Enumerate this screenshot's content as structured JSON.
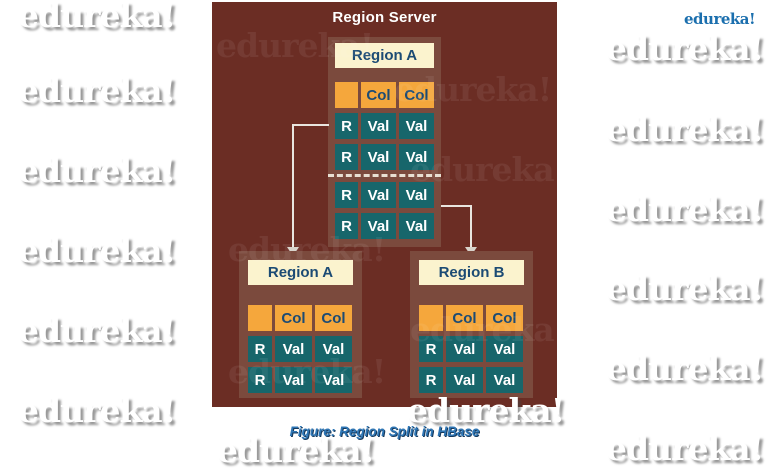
{
  "brand": {
    "watermark_text": "edureka!",
    "logo_text": "edureka!"
  },
  "colors": {
    "panel_maroon": "#6b2d24",
    "table_frame_brown": "#7b4a3d",
    "header_orange": "#f5a73c",
    "cell_teal": "#17666b",
    "label_cream": "#fbf3ce",
    "text_navy": "#1c4b74",
    "caption_blue": "#2e76b5",
    "logo_blue": "#1b6fae",
    "arrow_gray": "#e9e5df"
  },
  "diagram": {
    "title": "Region Server",
    "caption": "Figure: Region Split in HBase",
    "main_table": {
      "label": "Region A",
      "header": [
        "",
        "Col",
        "Col"
      ],
      "rows": [
        [
          "R",
          "Val",
          "Val"
        ],
        [
          "R",
          "Val",
          "Val"
        ],
        [
          "R",
          "Val",
          "Val"
        ],
        [
          "R",
          "Val",
          "Val"
        ]
      ],
      "split_after_row": 2
    },
    "split_tables": [
      {
        "label": "Region A",
        "header": [
          "",
          "Col",
          "Col"
        ],
        "rows": [
          [
            "R",
            "Val",
            "Val"
          ],
          [
            "R",
            "Val",
            "Val"
          ]
        ]
      },
      {
        "label": "Region B",
        "header": [
          "",
          "Col",
          "Col"
        ],
        "rows": [
          [
            "R",
            "Val",
            "Val"
          ],
          [
            "R",
            "Val",
            "Val"
          ]
        ]
      }
    ]
  }
}
